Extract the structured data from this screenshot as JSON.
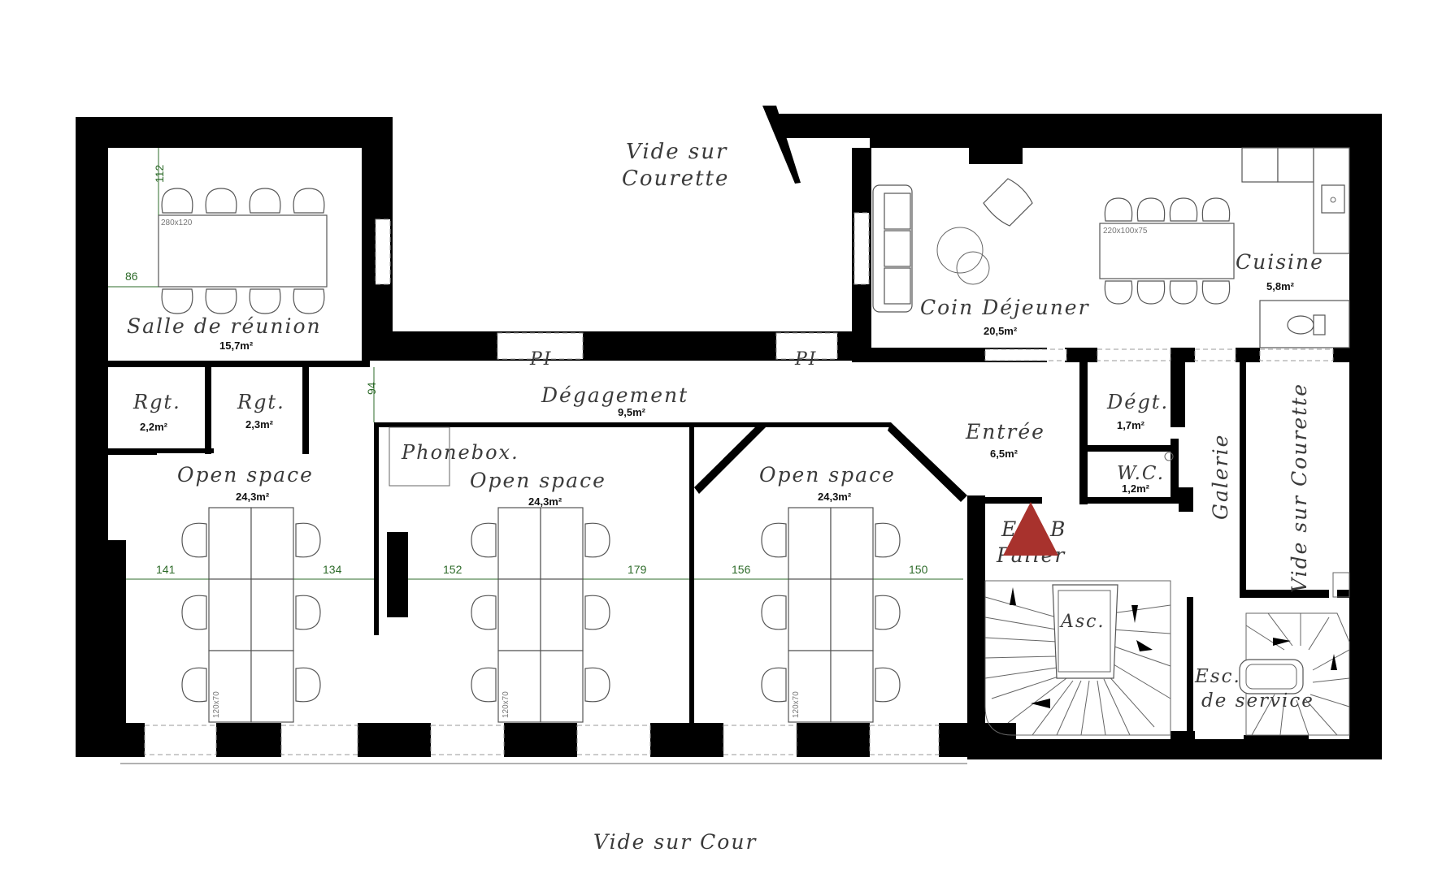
{
  "plan": {
    "outside": {
      "courette_top": [
        "Vide sur",
        "Courette"
      ],
      "cour_bottom": "Vide sur Cour",
      "courette_right": "Vide sur Courette"
    },
    "rooms": {
      "salle_reunion": {
        "name": "Salle de réunion",
        "area": "15,7m²"
      },
      "rgt1": {
        "name": "Rgt.",
        "area": "2,2m²"
      },
      "rgt2": {
        "name": "Rgt.",
        "area": "2,3m²"
      },
      "degagement": {
        "name": "Dégagement",
        "area": "9,5m²"
      },
      "coin_dejeuner": {
        "name": "Coin Déjeuner",
        "area": "20,5m²"
      },
      "cuisine": {
        "name": "Cuisine",
        "area": "5,8m²"
      },
      "entree": {
        "name": "Entrée",
        "area": "6,5m²"
      },
      "degt": {
        "name": "Dégt.",
        "area": "1,7m²"
      },
      "wc": {
        "name": "W.C.",
        "area": "1,2m²"
      },
      "galerie": {
        "name": "Galerie"
      },
      "phonebox": {
        "name": "Phonebox."
      },
      "open1": {
        "name": "Open space",
        "area": "24,3m²"
      },
      "open2": {
        "name": "Open space",
        "area": "24,3m²"
      },
      "open3": {
        "name": "Open space",
        "area": "24,3m²"
      },
      "palier": {
        "name": [
          "E",
          "B",
          "Palier"
        ]
      },
      "asc": {
        "name": "Asc."
      },
      "esc_service": {
        "name": [
          "Esc.",
          "de service"
        ]
      }
    },
    "labels": {
      "pl_left": "PI",
      "pl_right": "PI",
      "table_meeting": "280x120",
      "table_dining": "220x100x75",
      "desk": "120x70"
    },
    "dimensions": {
      "meeting_v": "112",
      "meeting_h": "86",
      "door_94": "94",
      "os1_left": "141",
      "os1_right": "134",
      "os2_left": "152",
      "os2_right": "179",
      "os3_left": "156",
      "os3_right": "150"
    },
    "colors": {
      "wall": "#000000",
      "marker": "#a8322d",
      "dimension": "#2e6b2a"
    },
    "icons": [
      "entrance-marker-icon",
      "chair-icon",
      "sofa-icon",
      "armchair-icon",
      "toilet-icon",
      "sink-icon"
    ]
  }
}
